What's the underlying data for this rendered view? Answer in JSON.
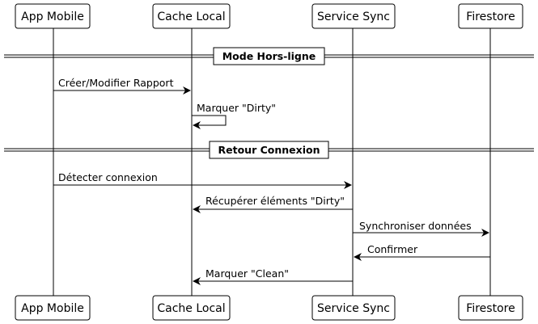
{
  "participants": [
    {
      "id": "app",
      "label": "App Mobile"
    },
    {
      "id": "cache",
      "label": "Cache Local"
    },
    {
      "id": "sync",
      "label": "Service Sync"
    },
    {
      "id": "fire",
      "label": "Firestore"
    }
  ],
  "sections": {
    "offline": "Mode Hors-ligne",
    "reconnect": "Retour Connexion"
  },
  "messages": {
    "m1": "Créer/Modifier Rapport",
    "m2": "Marquer \"Dirty\"",
    "m3": "Détecter connexion",
    "m4": "Récupérer éléments \"Dirty\"",
    "m5": "Synchroniser données",
    "m6": "Confirmer",
    "m7": "Marquer \"Clean\""
  }
}
